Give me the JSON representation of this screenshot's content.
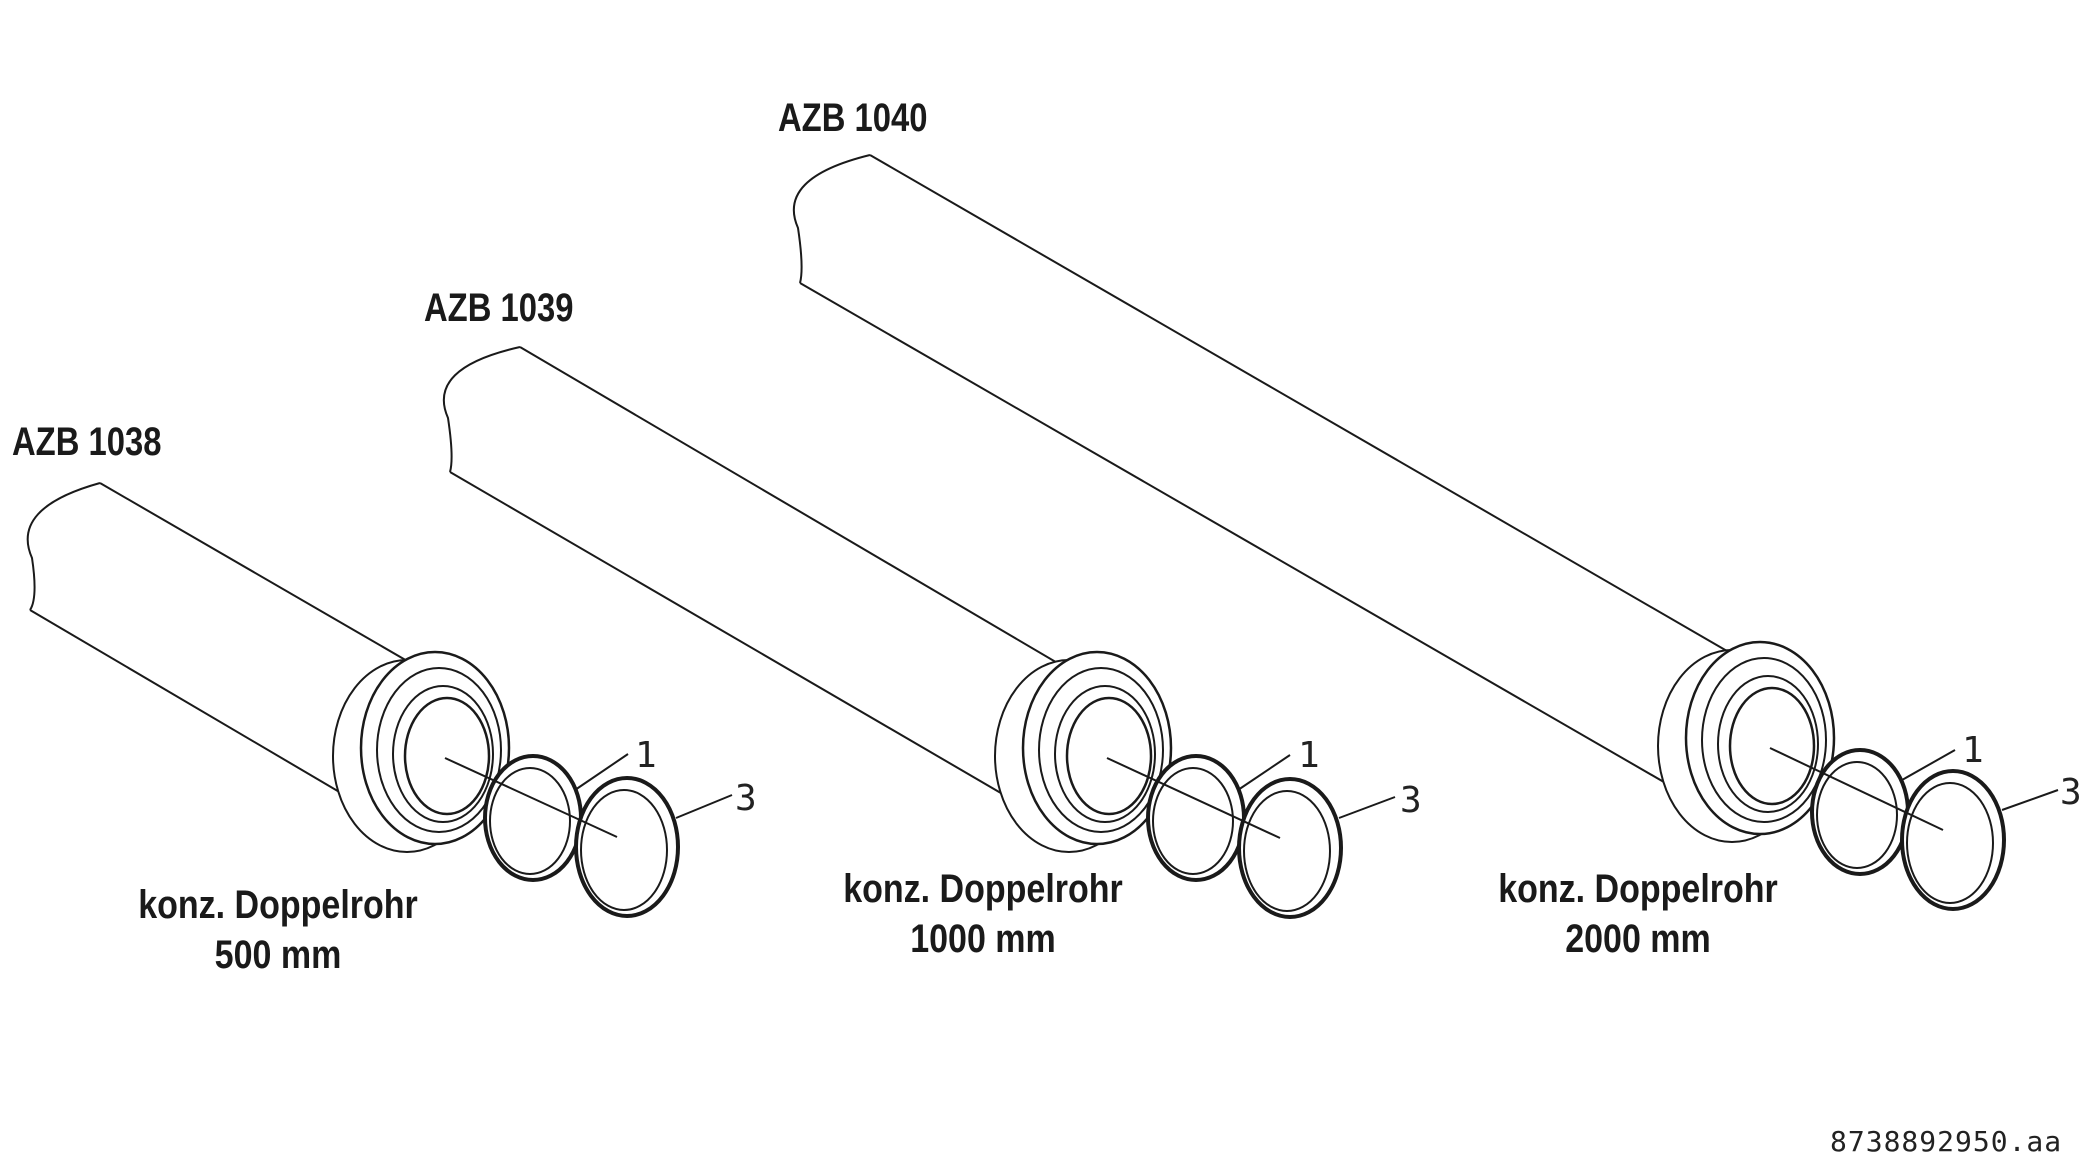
{
  "pipes": [
    {
      "model": "AZB 1038",
      "caption_line1": "konz. Doppelrohr",
      "caption_line2": "500 mm",
      "callout_seal": "1",
      "callout_ring": "3"
    },
    {
      "model": "AZB 1039",
      "caption_line1": "konz. Doppelrohr",
      "caption_line2": "1000 mm",
      "callout_seal": "1",
      "callout_ring": "3"
    },
    {
      "model": "AZB 1040",
      "caption_line1": "konz. Doppelrohr",
      "caption_line2": "2000 mm",
      "callout_seal": "1",
      "callout_ring": "3"
    }
  ],
  "reference_code": "8738892950.aa",
  "colors": {
    "line": "#1a1a1a",
    "background": "#ffffff"
  }
}
